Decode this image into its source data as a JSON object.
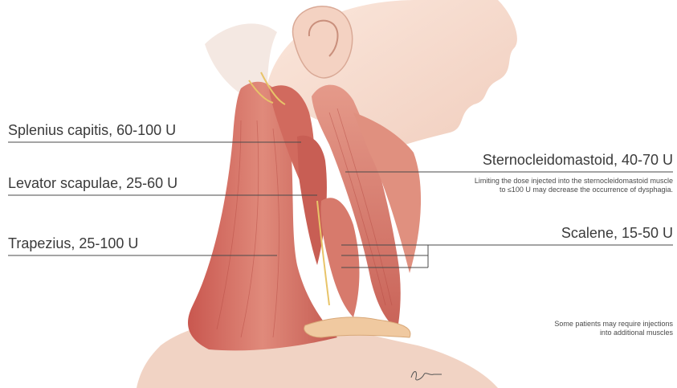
{
  "labels": {
    "splenius": "Splenius capitis, 60-100 U",
    "levator": "Levator scapulae, 25-60 U",
    "trapezius": "Trapezius, 25-100 U",
    "sternocleidomastoid": "Sternocleidomastoid, 40-70 U",
    "scalene": "Scalene, 15-50 U"
  },
  "notes": {
    "scm_line1": "Limiting the dose injected into the sternocleidomastoid muscle",
    "scm_line2": "to ≤100 U may decrease the occurrence of dysphagia.",
    "additional_line1": "Some patients may require injections",
    "additional_line2": "into additional muscles"
  },
  "colors": {
    "skin": "#f6dccd",
    "muscle": "#d9776a",
    "muscle_dark": "#b8504a",
    "tendon": "#f1c7b5",
    "nerve": "#e8c469",
    "leader": "#4a4a4a"
  }
}
